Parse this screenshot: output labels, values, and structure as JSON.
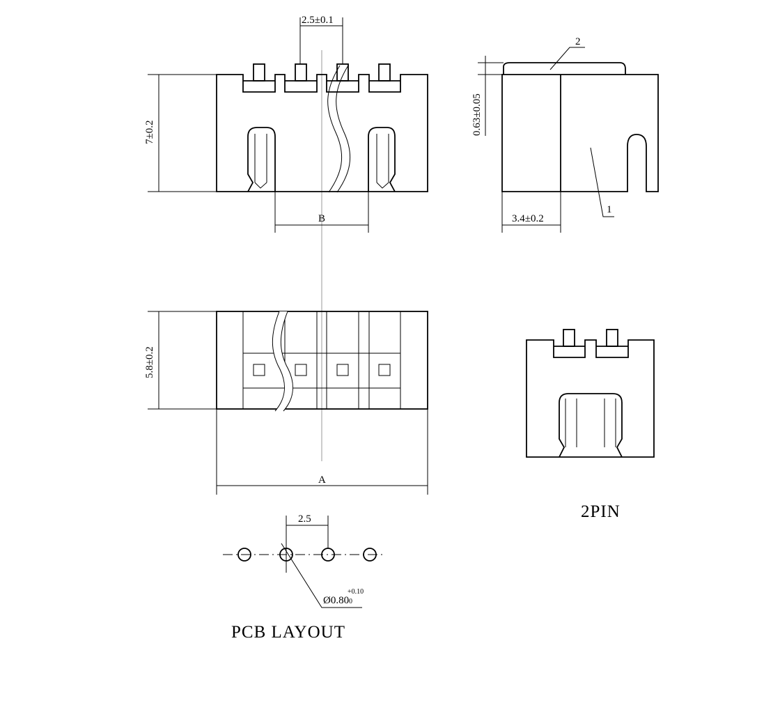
{
  "front_view": {
    "pitch_label": "2.5±0.1",
    "height_label": "7±0.2",
    "b_label": "B"
  },
  "side_view": {
    "thickness_label": "0.63±0.05",
    "depth_label": "3.4±0.2",
    "callout_1": "1",
    "callout_2": "2"
  },
  "top_view": {
    "width_label": "5.8±0.2",
    "a_label": "A"
  },
  "pcb_layout": {
    "pitch_label": "2.5",
    "hole_label": "Ø0.80",
    "tol_plus": "+0.10",
    "tol_zero": "0",
    "caption": "PCB LAYOUT"
  },
  "variant": {
    "caption": "2PIN"
  }
}
